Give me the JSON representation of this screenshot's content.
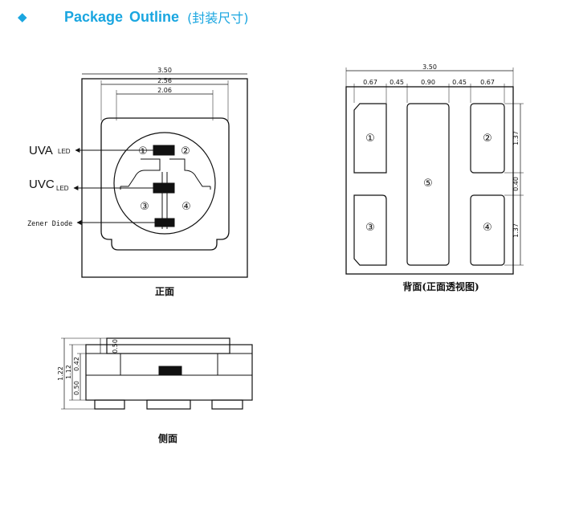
{
  "header": {
    "bullet_icon": "diamond-icon",
    "title": "Package  Outline",
    "subtitle": "(封装尺寸)",
    "accent_color": "#1aa6e0"
  },
  "front_view": {
    "caption": "正面",
    "dims": {
      "outer": "3.50",
      "middle": "2.56",
      "inner": "2.06"
    },
    "pad_numbers": [
      "①",
      "②",
      "③",
      "④"
    ],
    "labels": {
      "uva": "UVA",
      "uva_sub": "LED",
      "uvc": "UVC",
      "uvc_sub": "LED",
      "zener": "Zener Diode"
    }
  },
  "back_view": {
    "caption": "背面(正面透视图)",
    "dims": {
      "total": "3.50",
      "widths": [
        "0.67",
        "0.45",
        "0.90",
        "0.45",
        "0.67"
      ],
      "heights": [
        "1.37",
        "0.40",
        "1.37"
      ]
    },
    "pad_numbers": [
      "①",
      "②",
      "③",
      "④",
      "⑤"
    ]
  },
  "side_view": {
    "caption": "侧面",
    "dims": {
      "total_h": "1.22",
      "body_h": "1.12",
      "top_h": "0.42",
      "base_h": "0.50",
      "cap_h": "0.50"
    }
  }
}
